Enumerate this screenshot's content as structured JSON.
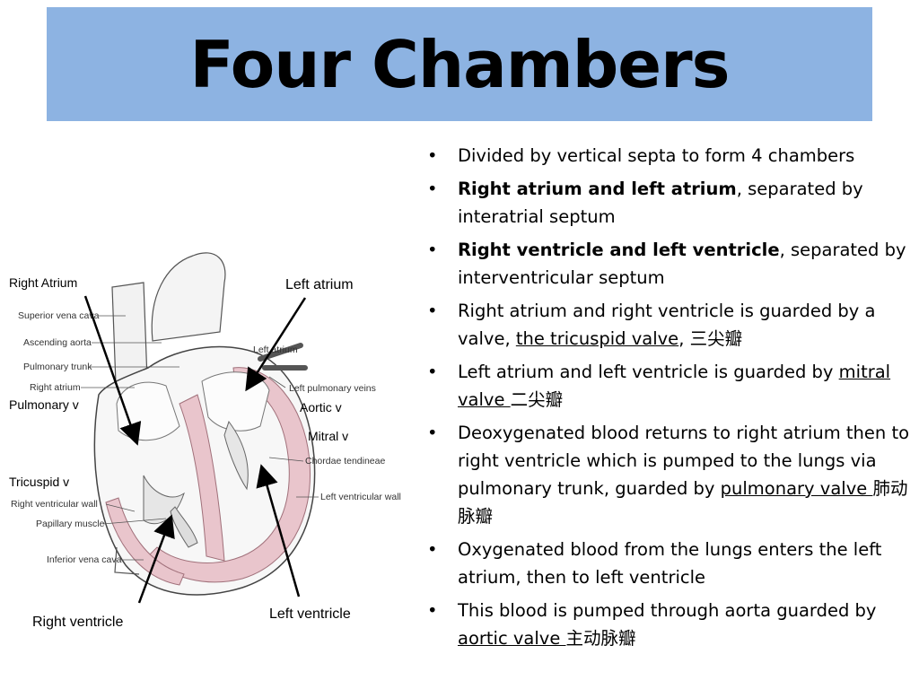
{
  "title": "Four Chambers",
  "bullets": [
    {
      "pre": "Divided by vertical septa to form 4 chambers"
    },
    {
      "bold": "Right atrium and left atrium",
      "rest": ", separated by interatrial septum"
    },
    {
      "bold": "Right ventricle and left ventricle",
      "rest": ", separated by interventricular septum"
    },
    {
      "pre": "Right atrium and right ventricle is guarded by a valve, ",
      "link": "the tricuspid valve",
      "post": ", 三尖瓣"
    },
    {
      "pre": "Left atrium and left ventricle is guarded  by ",
      "link": "mitral valve ",
      "post": "二尖瓣"
    },
    {
      "pre": "Deoxygenated blood returns to right atrium then to right ventricle which is pumped to the lungs via pulmonary trunk, guarded by ",
      "link": "pulmonary valve ",
      "post": "肺动脉瓣"
    },
    {
      "pre": "Oxygenated blood from the lungs enters the left atrium, then to left ventricle"
    },
    {
      "pre": "This blood is pumped through aorta guarded by ",
      "link": "aortic valve ",
      "post": "主动脉瓣"
    }
  ],
  "diagram": {
    "callouts": {
      "right_atrium": "Right  Atrium",
      "left_atrium": "Left atrium",
      "pulmonary_v": "Pulmonary v",
      "aortic_v": "Aortic v",
      "mitral_v": "Mitral v",
      "tricuspid_v": "Tricuspid v",
      "right_ventricle": "Right ventricle",
      "left_ventricle": "Left ventricle"
    },
    "labels": {
      "svc": "Superior vena cava",
      "asc_aorta": "Ascending aorta",
      "pulm_trunk": "Pulmonary trunk",
      "right_atrium": "Right atrium",
      "left_atrium": "Left atrium",
      "left_pulm_veins": "Left pulmonary veins",
      "chordae": "Chordae tendineae",
      "lv_wall": "Left ventricular wall",
      "rv_wall": "Right ventricular wall",
      "papillary": "Papillary muscle",
      "ivc": "Inferior vena cava"
    }
  }
}
